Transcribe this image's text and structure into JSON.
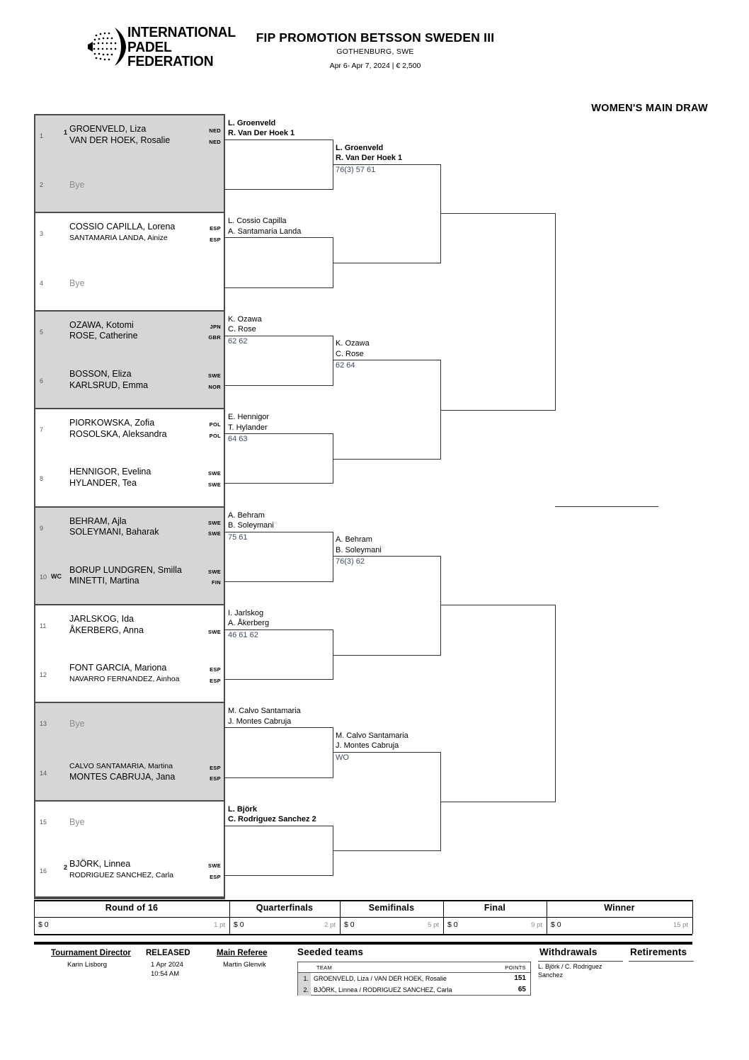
{
  "header": {
    "logo_lines": [
      "INTERNATIONAL",
      "PADEL",
      "FEDERATION"
    ],
    "logo_icon": "ipf-padel-ball-logo",
    "title": "FIP PROMOTION BETSSON SWEDEN III",
    "city": "GOTHENBURG, SWE",
    "dates": "Apr 6- Apr 7, 2024  |  € 2,500",
    "draw_title": "WOMEN'S MAIN DRAW"
  },
  "round1": [
    {
      "no": "1",
      "seed": "1",
      "wc": "",
      "bold": true,
      "big": true,
      "p1": "GROENVELD, Liza",
      "p2": "VAN DER HOEK, Rosalie",
      "c1": "NED",
      "c2": "NED",
      "bye": false
    },
    {
      "no": "2",
      "seed": "",
      "wc": "",
      "bold": false,
      "big": false,
      "p1": "",
      "p2": "",
      "c1": "",
      "c2": "",
      "bye": true,
      "bye_label": "Bye"
    },
    {
      "no": "3",
      "seed": "",
      "wc": "",
      "bold": false,
      "big": true,
      "p1": "COSSIO CAPILLA, Lorena",
      "p2": "SANTAMARIA LANDA, Ainize",
      "c1": "ESP",
      "c2": "ESP",
      "bye": false,
      "p2_small": true
    },
    {
      "no": "4",
      "seed": "",
      "wc": "",
      "bold": false,
      "big": false,
      "p1": "",
      "p2": "",
      "c1": "",
      "c2": "",
      "bye": true,
      "bye_label": "Bye"
    },
    {
      "no": "5",
      "seed": "",
      "wc": "",
      "bold": false,
      "big": true,
      "p1": "OZAWA, Kotomi",
      "p2": "ROSE, Catherine",
      "c1": "JPN",
      "c2": "GBR",
      "bye": false
    },
    {
      "no": "6",
      "seed": "",
      "wc": "",
      "bold": false,
      "big": true,
      "p1": "BOSSON, Eliza",
      "p2": "KARLSRUD, Emma",
      "c1": "SWE",
      "c2": "NOR",
      "bye": false
    },
    {
      "no": "7",
      "seed": "",
      "wc": "",
      "bold": false,
      "big": true,
      "p1": "PIORKOWSKA, Zofia",
      "p2": "ROSOLSKA, Aleksandra",
      "c1": "POL",
      "c2": "POL",
      "bye": false
    },
    {
      "no": "8",
      "seed": "",
      "wc": "",
      "bold": false,
      "big": true,
      "p1": "HENNIGOR, Evelina",
      "p2": "HYLANDER, Tea",
      "c1": "SWE",
      "c2": "SWE",
      "bye": false
    },
    {
      "no": "9",
      "seed": "",
      "wc": "",
      "bold": false,
      "big": true,
      "p1": "BEHRAM, Ajla",
      "p2": "SOLEYMANI, Baharak",
      "c1": "SWE",
      "c2": "SWE",
      "bye": false
    },
    {
      "no": "10",
      "seed": "",
      "wc": "WC",
      "bold": false,
      "big": true,
      "p1": "BORUP LUNDGREN, Smilla",
      "p2": "MINETTI, Martina",
      "c1": "SWE",
      "c2": "FIN",
      "bye": false
    },
    {
      "no": "11",
      "seed": "",
      "wc": "",
      "bold": false,
      "big": true,
      "p1": "JARLSKOG, Ida",
      "p2": "ÅKERBERG, Anna",
      "c1": "",
      "c2": "SWE",
      "bye": false
    },
    {
      "no": "12",
      "seed": "",
      "wc": "",
      "bold": false,
      "big": true,
      "p1": "FONT GARCIA, Mariona",
      "p2": "NAVARRO FERNANDEZ, Ainhoa",
      "c1": "ESP",
      "c2": "ESP",
      "bye": false,
      "p2_small": true
    },
    {
      "no": "13",
      "seed": "",
      "wc": "",
      "bold": false,
      "big": false,
      "p1": "",
      "p2": "",
      "c1": "",
      "c2": "",
      "bye": true,
      "bye_label": "Bye"
    },
    {
      "no": "14",
      "seed": "",
      "wc": "",
      "bold": false,
      "big": true,
      "p1": "CALVO SANTAMARIA, Martina",
      "p2": "MONTES CABRUJA, Jana",
      "c1": "ESP",
      "c2": "ESP",
      "bye": false,
      "p1_small": true
    },
    {
      "no": "15",
      "seed": "",
      "wc": "",
      "bold": false,
      "big": false,
      "p1": "",
      "p2": "",
      "c1": "",
      "c2": "",
      "bye": true,
      "bye_label": "Bye"
    },
    {
      "no": "16",
      "seed": "2",
      "wc": "",
      "bold": true,
      "big": true,
      "p1": "BJÖRK, Linnea",
      "p2": "RODRIGUEZ SANCHEZ, Carla",
      "c1": "SWE",
      "c2": "ESP",
      "bye": false,
      "p2_small": true
    }
  ],
  "round_of_16": [
    {
      "p1": "L. Groenveld",
      "p2": "R. Van Der Hoek  1",
      "score": "",
      "bold": true
    },
    {
      "p1": "L. Cossio Capilla",
      "p2": "A. Santamaria Landa",
      "score": "",
      "bold": false
    },
    {
      "p1": "K. Ozawa",
      "p2": "C. Rose",
      "score": "62 62",
      "bold": false
    },
    {
      "p1": "E. Hennigor",
      "p2": "T. Hylander",
      "score": "64 63",
      "bold": false
    },
    {
      "p1": "A. Behram",
      "p2": "B. Soleymani",
      "score": "75 61",
      "bold": false
    },
    {
      "p1": "I. Jarlskog",
      "p2": "A. Åkerberg",
      "score": "46 61 62",
      "bold": false
    },
    {
      "p1": "M. Calvo Santamaria",
      "p2": "J. Montes Cabruja",
      "score": "",
      "bold": false
    },
    {
      "p1": "L. Björk",
      "p2": "C. Rodriguez Sanchez  2",
      "score": "",
      "bold": true
    }
  ],
  "quarterfinals": [
    {
      "p1": "L. Groenveld",
      "p2": "R. Van Der Hoek  1",
      "score": "76(3) 57 61",
      "bold": true
    },
    {
      "p1": "K. Ozawa",
      "p2": "C. Rose",
      "score": "62 64",
      "bold": false
    },
    {
      "p1": "A. Behram",
      "p2": "B. Soleymani",
      "score": "76(3) 62",
      "bold": false
    },
    {
      "p1": "M. Calvo Santamaria",
      "p2": "J. Montes Cabruja",
      "score": "WO",
      "bold": false
    }
  ],
  "semifinals": [
    {
      "p1": "",
      "p2": "",
      "score": ""
    },
    {
      "p1": "",
      "p2": "",
      "score": ""
    }
  ],
  "final": [
    {
      "p1": "",
      "p2": "",
      "score": ""
    }
  ],
  "winner": {
    "p1": "",
    "p2": "",
    "score": ""
  },
  "points_table": {
    "columns": [
      {
        "round": "Round of 16",
        "money": "$ 0",
        "points": "1 pt"
      },
      {
        "round": "Quarterfinals",
        "money": "$ 0",
        "points": "2 pt"
      },
      {
        "round": "Semifinals",
        "money": "$ 0",
        "points": "5 pt"
      },
      {
        "round": "Final",
        "money": "$ 0",
        "points": "9 pt"
      },
      {
        "round": "Winner",
        "money": "$ 0",
        "points": "15 pt"
      }
    ]
  },
  "footer": {
    "tournament_director_label": "Tournament Director",
    "tournament_director_name": "Karin Lisborg",
    "released_label": "RELEASED",
    "released_date": "1 Apr 2024",
    "released_time": "10:54 AM",
    "main_referee_label": "Main Referee",
    "main_referee_name": "Martin Glenvik",
    "seeded_title": "Seeded teams",
    "seeded_col_team": "TEAM",
    "seeded_col_points": "POINTS",
    "seeded_teams": [
      {
        "rank": "1.",
        "team": "GROENVELD, Liza / VAN DER HOEK, Rosalie",
        "points": "151"
      },
      {
        "rank": "2.",
        "team": "BJÖRK, Linnea / RODRIGUEZ SANCHEZ, Carla",
        "points": "65"
      }
    ],
    "withdrawals_title": "Withdrawals",
    "withdrawals_body": "L. Björk / C. Rodriguez Sanchez",
    "retirements_title": "Retirements",
    "retirements_body": ""
  },
  "colors": {
    "shade": "#d6d6d6",
    "line": "#2f2f2f",
    "score": "#3c4a63",
    "bye": "#8d8d8d"
  }
}
